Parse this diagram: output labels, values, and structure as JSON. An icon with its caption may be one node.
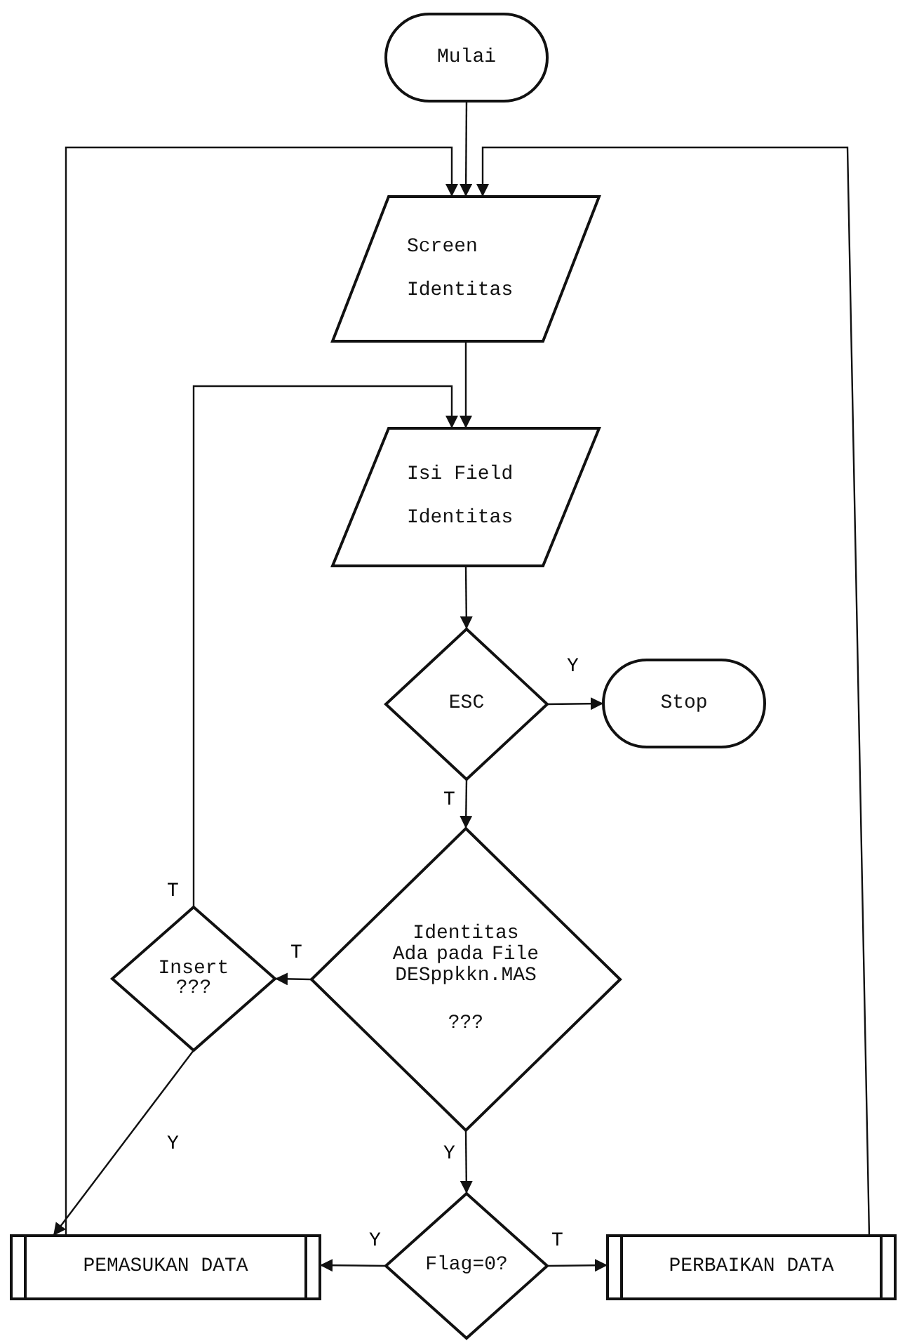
{
  "diagram": {
    "nodes": [
      {
        "text": [
          "Mulai"
        ]
      },
      {
        "text": [
          "Screen Identitas"
        ]
      },
      {
        "text": [
          "Isi Field Identitas"
        ]
      },
      {
        "text": [
          "ESC"
        ]
      },
      {
        "text": [
          "Stop"
        ]
      },
      {
        "text": [
          "Identitas Ada pada File DESppkkn.MAS",
          "???"
        ]
      },
      {
        "text": [
          "Insert ???"
        ]
      },
      {
        "text": [
          "Flag=0?"
        ]
      },
      {
        "text": [
          "PEMASUKAN DATA"
        ]
      },
      {
        "text": [
          "PERBAIKAN DATA"
        ]
      }
    ],
    "edges": [
      {
        "from": 0,
        "to": 1,
        "arrow": "to"
      },
      {
        "from": 1,
        "to": 2,
        "arrow": "to"
      },
      {
        "from": 2,
        "to": 3,
        "arrow": "to"
      },
      {
        "from": 3,
        "to": 4,
        "arrow": "to",
        "label": "Y"
      },
      {
        "from": 3,
        "to": 5,
        "arrow": "to",
        "label": "T"
      },
      {
        "from": 5,
        "to": 6,
        "arrow": "to",
        "label": "T"
      },
      {
        "from": 5,
        "to": 7,
        "arrow": "to",
        "label": "Y"
      },
      {
        "from": 6,
        "to": 2,
        "arrow": "to",
        "label": "T"
      },
      {
        "from": 6,
        "to": 8,
        "arrow": "to",
        "label": "Y"
      },
      {
        "from": 7,
        "to": 8,
        "arrow": "to",
        "label": "Y"
      },
      {
        "from": 7,
        "to": 9,
        "arrow": "to",
        "label": "T"
      },
      {
        "from": 8,
        "to": 1,
        "arrow": "to"
      },
      {
        "from": 9,
        "to": 1,
        "arrow": "to"
      }
    ]
  }
}
